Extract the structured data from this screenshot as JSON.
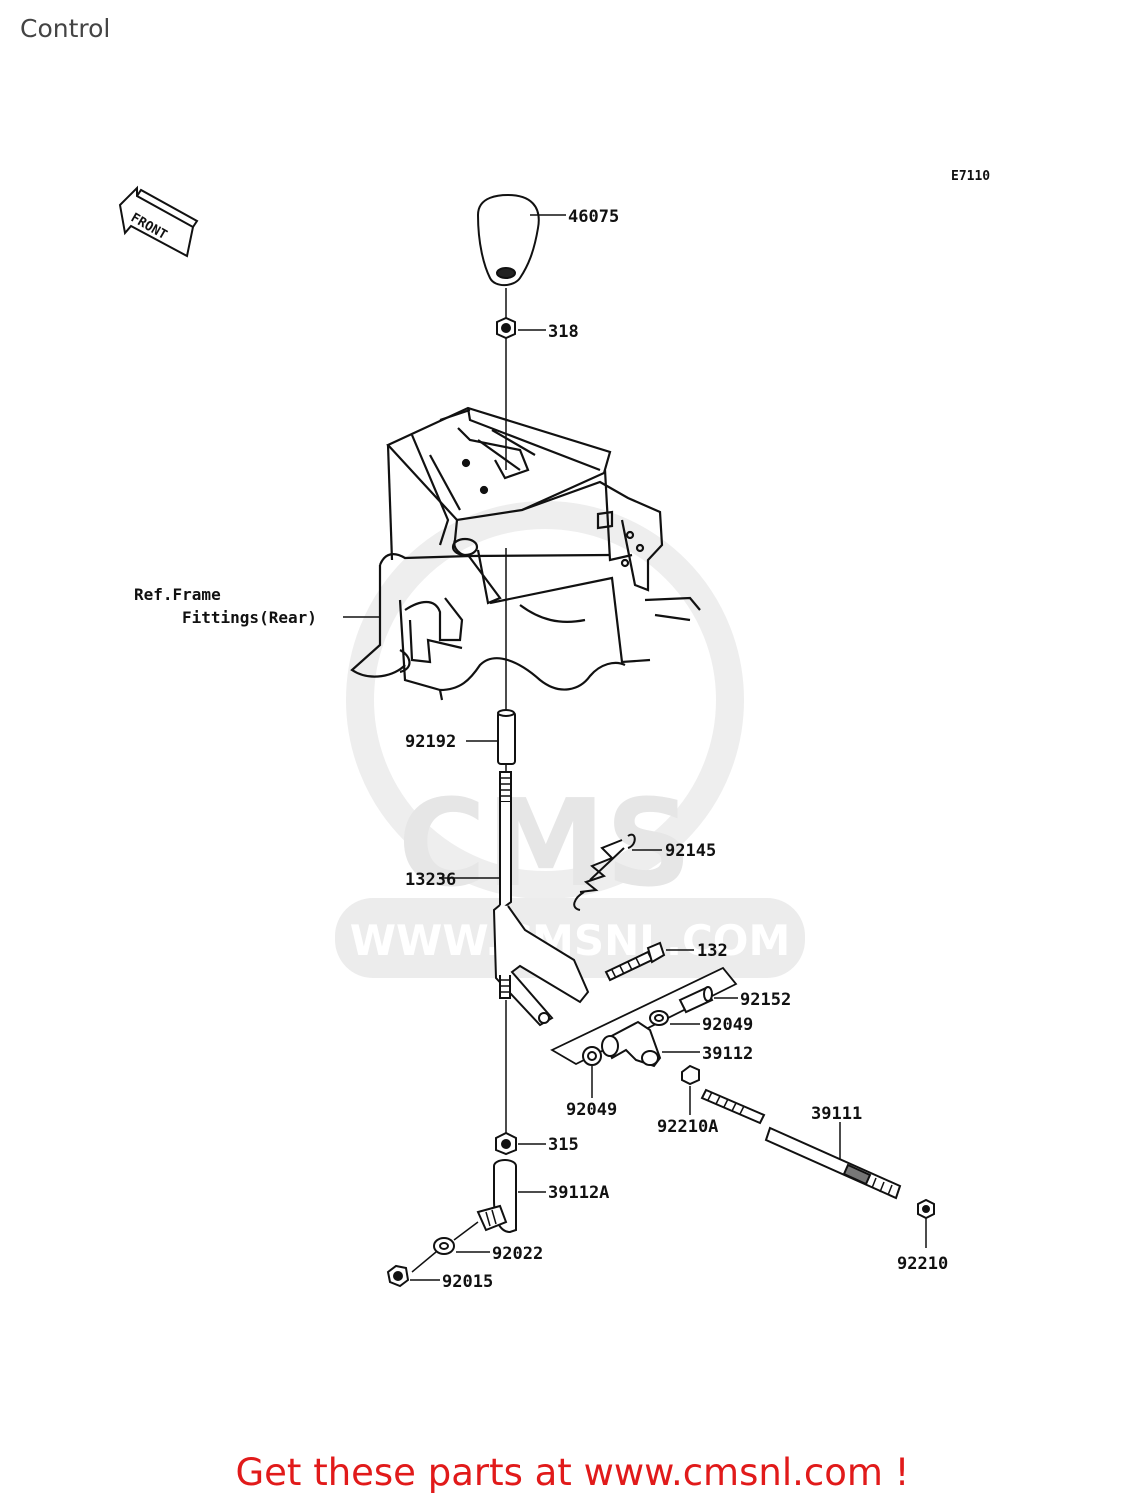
{
  "page": {
    "title": "Control"
  },
  "diagram": {
    "code": "E7110",
    "front_label": "FRONT",
    "reference_note": {
      "line1": "Ref.Frame",
      "line2": "Fittings(Rear)"
    },
    "parts": [
      {
        "id": "46075",
        "label": "46075"
      },
      {
        "id": "318",
        "label": "318"
      },
      {
        "id": "92192",
        "label": "92192"
      },
      {
        "id": "92145",
        "label": "92145"
      },
      {
        "id": "13236",
        "label": "13236"
      },
      {
        "id": "132",
        "label": "132"
      },
      {
        "id": "92152",
        "label": "92152"
      },
      {
        "id": "92049a",
        "label": "92049"
      },
      {
        "id": "39112",
        "label": "39112"
      },
      {
        "id": "92049b",
        "label": "92049"
      },
      {
        "id": "92210A",
        "label": "92210A"
      },
      {
        "id": "39111",
        "label": "39111"
      },
      {
        "id": "315",
        "label": "315"
      },
      {
        "id": "39112A",
        "label": "39112A"
      },
      {
        "id": "92022",
        "label": "92022"
      },
      {
        "id": "92015",
        "label": "92015"
      },
      {
        "id": "92210",
        "label": "92210"
      }
    ],
    "watermark": {
      "brand": "CMS",
      "url": "WWW.CMSNL.COM"
    }
  },
  "footer": {
    "cta": "Get these parts at www.cmsnl.com !"
  },
  "colors": {
    "cta": "#e11a1a",
    "line": "#111111",
    "watermark": "#e6e6e6"
  }
}
